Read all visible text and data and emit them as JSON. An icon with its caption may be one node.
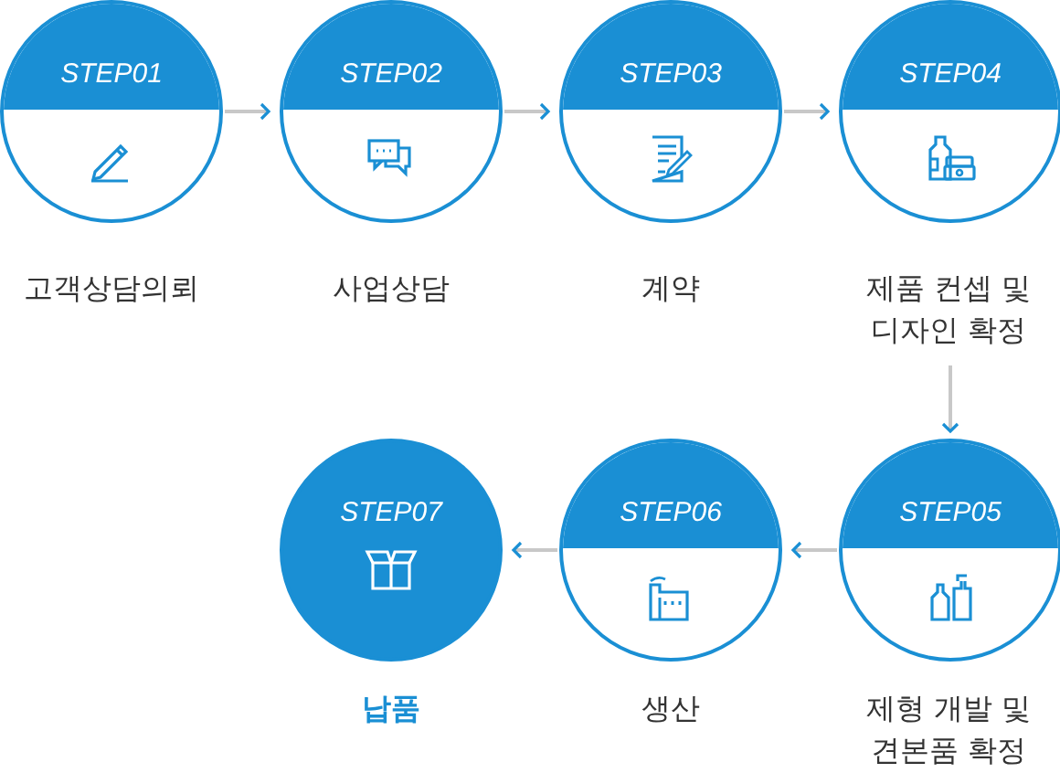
{
  "diagram": {
    "nodes": [
      {
        "text": [
          "STEP01"
        ],
        "beside": [
          "고객상담의뢰"
        ]
      },
      {
        "text": [
          "STEP02"
        ],
        "beside": [
          "사업상담"
        ]
      },
      {
        "text": [
          "STEP03"
        ],
        "beside": [
          "계약"
        ]
      },
      {
        "text": [
          "STEP04"
        ],
        "beside": [
          "제품 컨셉 및 디자인 확정"
        ]
      },
      {
        "text": [
          "STEP05"
        ],
        "beside": [
          "제형 개발 및 견본품 확정"
        ]
      },
      {
        "text": [
          "STEP06"
        ],
        "beside": [
          "생산"
        ]
      },
      {
        "text": [
          "STEP07"
        ],
        "beside": [
          "납품"
        ]
      }
    ],
    "edges": [
      {
        "from": 0,
        "to": 1,
        "arrow": "to"
      },
      {
        "from": 1,
        "to": 2,
        "arrow": "to"
      },
      {
        "from": 2,
        "to": 3,
        "arrow": "to"
      },
      {
        "from": 3,
        "to": 4,
        "arrow": "to"
      },
      {
        "from": 4,
        "to": 5,
        "arrow": "to"
      },
      {
        "from": 5,
        "to": 6,
        "arrow": "to"
      }
    ]
  }
}
